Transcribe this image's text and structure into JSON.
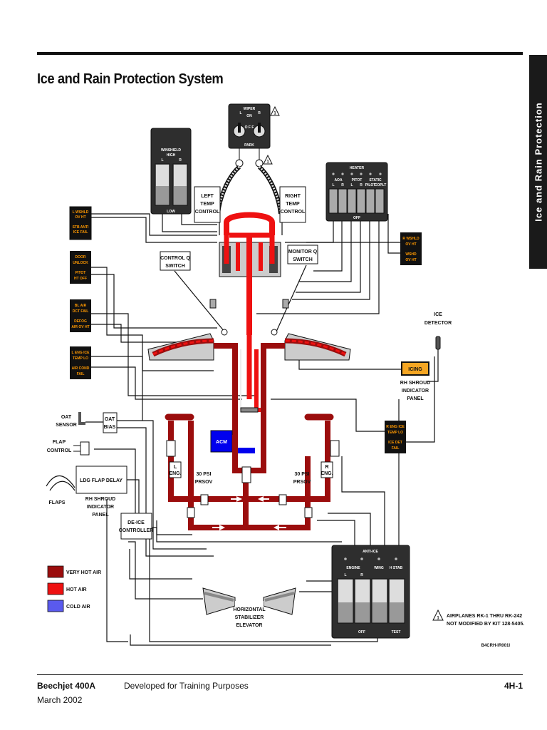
{
  "page": {
    "title": "Ice and Rain Protection System",
    "side_tab": "Ice and Rain Protection",
    "footer_left": "Beechjet 400A",
    "footer_date": "March 2002",
    "footer_center": "Developed for Training Purposes",
    "footer_right": "4H-1"
  },
  "colors": {
    "very_hot_air": "#9b0d0d",
    "hot_air": "#ee1111",
    "cold_air": "#5a5aee",
    "panel": "#333333",
    "annunciator_amber": "#ff9900",
    "icing_light": "#f5a623"
  },
  "wiper_panel": {
    "title": "WIPER",
    "on": "ON",
    "l": "L",
    "r": "R",
    "off": "O F F",
    "park": "PARK"
  },
  "windshield_panel": {
    "title": "WINSHIELD",
    "high": "HIGH",
    "l": "L",
    "r": "R",
    "low": "LOW"
  },
  "heater_panel": {
    "title": "HEATER",
    "group_aoa": "AOA",
    "group_pitot": "PITOT",
    "group_static": "STATIC",
    "sub_l": "L",
    "sub_r": "R",
    "sub_pilot": "PILOT",
    "sub_coplt": "COPLT",
    "off": "OFF"
  },
  "antiice_panel": {
    "title": "ANTI-ICE",
    "engine": "ENGINE",
    "wing": "WING",
    "h_stab": "H STAB",
    "l": "L",
    "r": "R",
    "off": "OFF",
    "test": "TEST"
  },
  "labels": {
    "left_temp": [
      "LEFT",
      "TEMP",
      "CONTROL"
    ],
    "right_temp": [
      "RIGHT",
      "TEMP",
      "CONTROL"
    ],
    "control_q": [
      "CONTROL Q",
      "SWITCH"
    ],
    "monitor_q": [
      "MONITOR Q",
      "SWITCH"
    ],
    "ice_detector": [
      "ICE",
      "DETECTOR"
    ],
    "icing": "ICING",
    "rh_shroud_right": [
      "RH SHROUD",
      "INDICATOR",
      "PANEL"
    ],
    "oat_sensor": [
      "OAT",
      "SENSOR"
    ],
    "oat_bias": [
      "OAT",
      "BIAS"
    ],
    "flap_control": [
      "FLAP",
      "CONTROL"
    ],
    "flaps": "FLAPS",
    "ldg_flap_delay": "LDG FLAP DELAY",
    "rh_shroud_left": [
      "RH SHROUD",
      "INDICATOR",
      "PANEL"
    ],
    "deice_controller": [
      "DE-ICE",
      "CONTROLLER"
    ],
    "acm": "ACM",
    "l_eng": [
      "L",
      "ENG."
    ],
    "r_eng": [
      "R",
      "ENG."
    ],
    "prsov_left": [
      "30 PSI",
      "PRSOV"
    ],
    "prsov_right": [
      "30 PSI",
      "PRSOV"
    ],
    "hstab": [
      "HORIZONTAL",
      "STABILIZER",
      "ELEVATOR"
    ]
  },
  "annunciators": {
    "a1": [
      "L WSHLD",
      "OV HT",
      "STB ANTI",
      "ICE FAIL"
    ],
    "a2": [
      "DOOR",
      "UNLOCK",
      "PITOT",
      "HT OFF"
    ],
    "a3": [
      "BL AIR",
      "DCT FAIL",
      "DEFOG",
      "AIR OV HT"
    ],
    "a4": [
      "L ENG ICE",
      "TEMP LO",
      "AIR COND",
      "FAIL"
    ],
    "a5": [
      "R WSHLD",
      "OV HT",
      "WSHD",
      "OV HT"
    ],
    "a6": [
      "R ENG ICE",
      "TEMP LO",
      "ICE DET",
      "FAIL"
    ]
  },
  "legend": [
    {
      "label": "VERY HOT AIR",
      "color": "#9b0d0d"
    },
    {
      "label": "HOT AIR",
      "color": "#ee1111"
    },
    {
      "label": "COLD AIR",
      "color": "#5a5aee"
    }
  ],
  "note": {
    "symbol": "1",
    "lines": [
      "AIRPLANES RK-1 THRU RK-242",
      "NOT MODIFIED BY KIT 128-5405."
    ]
  },
  "figure_id": "B4CRH-IR001I"
}
